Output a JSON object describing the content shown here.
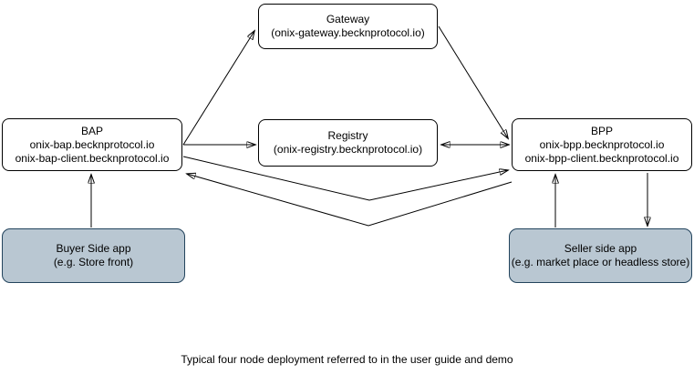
{
  "diagram": {
    "caption": "Typical four node deployment referred to in the user guide and demo",
    "colors": {
      "node_fill": "#ffffff",
      "node_stroke": "#000000",
      "app_fill": "#b9c7d2",
      "app_stroke": "#23445d",
      "arrow": "#000000",
      "background": "#ffffff"
    },
    "nodes": {
      "gateway": {
        "lines": [
          "Gateway",
          "(onix-gateway.becknprotocol.io)"
        ]
      },
      "registry": {
        "lines": [
          "Registry",
          "(onix-registry.becknprotocol.io)"
        ]
      },
      "bap": {
        "lines": [
          "BAP",
          "onix-bap.becknprotocol.io",
          "onix-bap-client.becknprotocol.io"
        ]
      },
      "bpp": {
        "lines": [
          "BPP",
          "onix-bpp.becknprotocol.io",
          "onix-bpp-client.becknprotocol.io"
        ]
      },
      "buyer_app": {
        "lines": [
          "Buyer Side app",
          "(e.g. Store front)"
        ]
      },
      "seller_app": {
        "lines": [
          "Seller side app",
          "(e.g. market place or headless store)"
        ]
      }
    },
    "edges": [
      {
        "from": "bap",
        "to": "gateway",
        "direction": "one-way"
      },
      {
        "from": "gateway",
        "to": "bpp",
        "direction": "one-way"
      },
      {
        "from": "bap",
        "to": "registry",
        "direction": "one-way"
      },
      {
        "from": "registry",
        "to": "bpp",
        "direction": "two-way"
      },
      {
        "from": "bap",
        "to": "bpp",
        "direction": "one-way"
      },
      {
        "from": "bpp",
        "to": "bap",
        "direction": "one-way"
      },
      {
        "from": "buyer_app",
        "to": "bap",
        "direction": "one-way"
      },
      {
        "from": "seller_app",
        "to": "bpp",
        "direction": "one-way"
      },
      {
        "from": "bpp",
        "to": "seller_app",
        "direction": "one-way"
      }
    ]
  }
}
